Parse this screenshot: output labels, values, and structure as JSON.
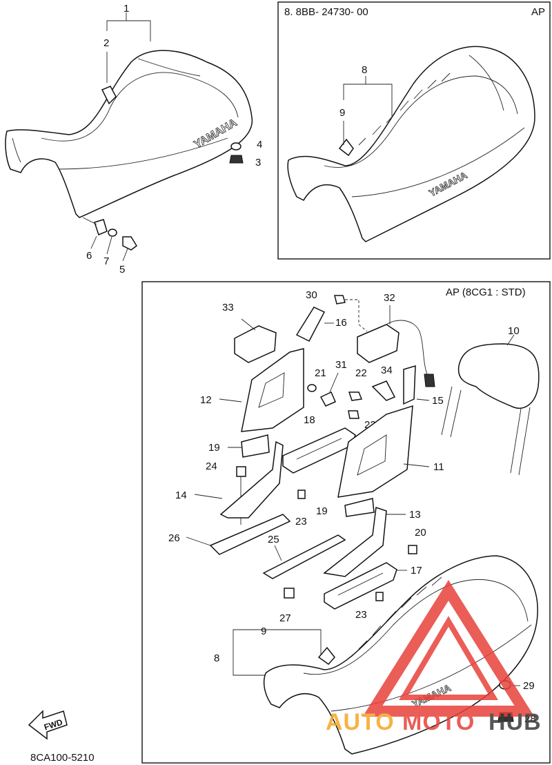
{
  "boxes": {
    "top_right_header": "8. 8BB- 24730- 00",
    "top_right_tag": "AP",
    "bottom_header": "AP (8CG1 : STD)"
  },
  "labels": {
    "p1": "1",
    "p2": "2",
    "p3": "3",
    "p4": "4",
    "p5": "5",
    "p6": "6",
    "p7": "7",
    "tr8": "8",
    "tr9": "9",
    "p30": "30",
    "p32": "32",
    "p33": "33",
    "p16": "16",
    "p10": "10",
    "p31": "31",
    "p21": "21",
    "p22a": "22",
    "p34": "34",
    "p12": "12",
    "p15": "15",
    "p18": "18",
    "p22b": "22",
    "p19a": "19",
    "p11": "11",
    "p24": "24",
    "p14": "14",
    "p23a": "23",
    "p19b": "19",
    "p13": "13",
    "p26": "26",
    "p25": "25",
    "p20": "20",
    "p17": "17",
    "p27": "27",
    "p23b": "23",
    "b9": "9",
    "b8": "8",
    "p29": "29",
    "p28": "28"
  },
  "seat_brand": "YAMAHA",
  "fwd_label": "FWD",
  "diagram_code": "8CA100-5210",
  "watermark": {
    "part1": "AUTO",
    "part2": "MOTO",
    "part3": "HUB",
    "color_red": "#e8413a",
    "color_orange": "#f5a623",
    "color_grey": "#3a3a3a"
  }
}
